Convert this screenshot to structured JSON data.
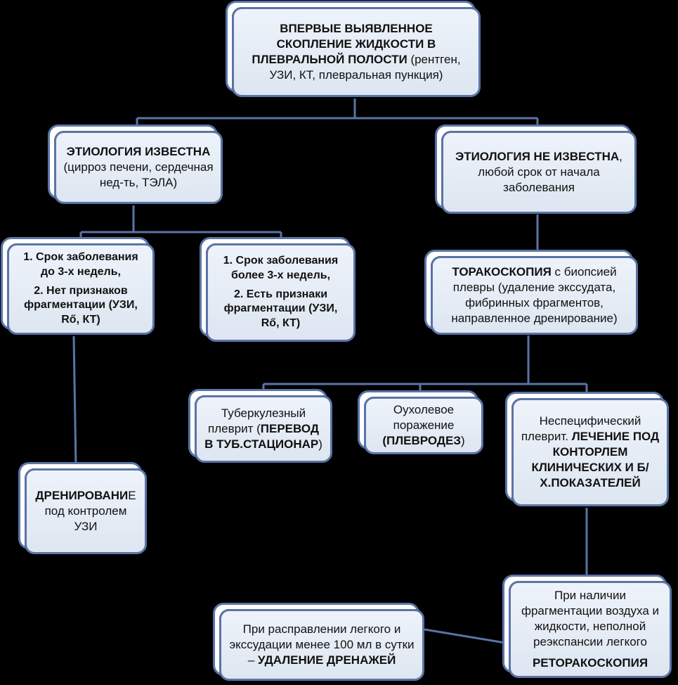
{
  "nodes": {
    "root": {
      "bold": "ВПЕРВЫЕ ВЫЯВЛЕННОЕ СКОПЛЕНИЕ ЖИДКОСТИ В ПЛЕВРАЛЬНОЙ ПОЛОСТИ",
      "text": " (рентген, УЗИ, КТ, плевральная пункция)"
    },
    "etiology_known": {
      "bold": "ЭТИОЛОГИЯ  ИЗВЕСТНА",
      "text": "(цирроз печени, сердечная нед-ть, ТЭЛА)"
    },
    "etiology_unknown": {
      "bold": "ЭТИОЛОГИЯ НЕ ИЗВЕСТНА",
      "text": ", любой срок от начала заболевания"
    },
    "short_course": {
      "line1": "1. Срок заболевания до 3-х недель,",
      "line2": "2. Нет признаков фрагментации (УЗИ, Rő, КТ)"
    },
    "long_course": {
      "line1": "1. Срок заболевания более 3-х недель,",
      "line2": "2. Есть признаки фрагментации (УЗИ, Rő, КТ)"
    },
    "thoracoscopy": {
      "bold": "ТОРАКОСКОПИЯ",
      "text": " с биопсией плевры (удаление экссудата, фибринных фрагментов, направленное дренирование)"
    },
    "drainage": {
      "bold": "ДРЕНИРОВАНИ",
      "tail": "Е",
      "text": "под контролем УЗИ"
    },
    "tuberculous": {
      "text": "Туберкулезный плеврит (",
      "bold": "ПЕРЕВОД В ТУБ.СТАЦИОНАР",
      "tail": ")"
    },
    "tumor": {
      "text": "Оухолевое поражение",
      "bold": "(ПЛЕВРОДЕЗ",
      "tail": ")"
    },
    "nonspecific": {
      "text": "Неспецифический плеврит. ",
      "bold": "ЛЕЧЕНИЕ ПОД КОНТОРЛЕМ КЛИНИЧЕСКИХ И Б/Х.ПОКАЗАТЕЛЕЙ"
    },
    "rethoracoscopy": {
      "text": "При наличии фрагментации воздуха и жидкости, неполной реэкспансии легкого",
      "bold": "РЕТОРАКОСКОПИЯ"
    },
    "removal": {
      "text": "При расправлении легкого и экссудации менее  100 мл в сутки – ",
      "bold": "УДАЛЕНИЕ ДРЕНАЖЕЙ"
    }
  },
  "colors": {
    "background": "#000000",
    "border": "#5a74a6",
    "fill": "#e6edf6"
  }
}
